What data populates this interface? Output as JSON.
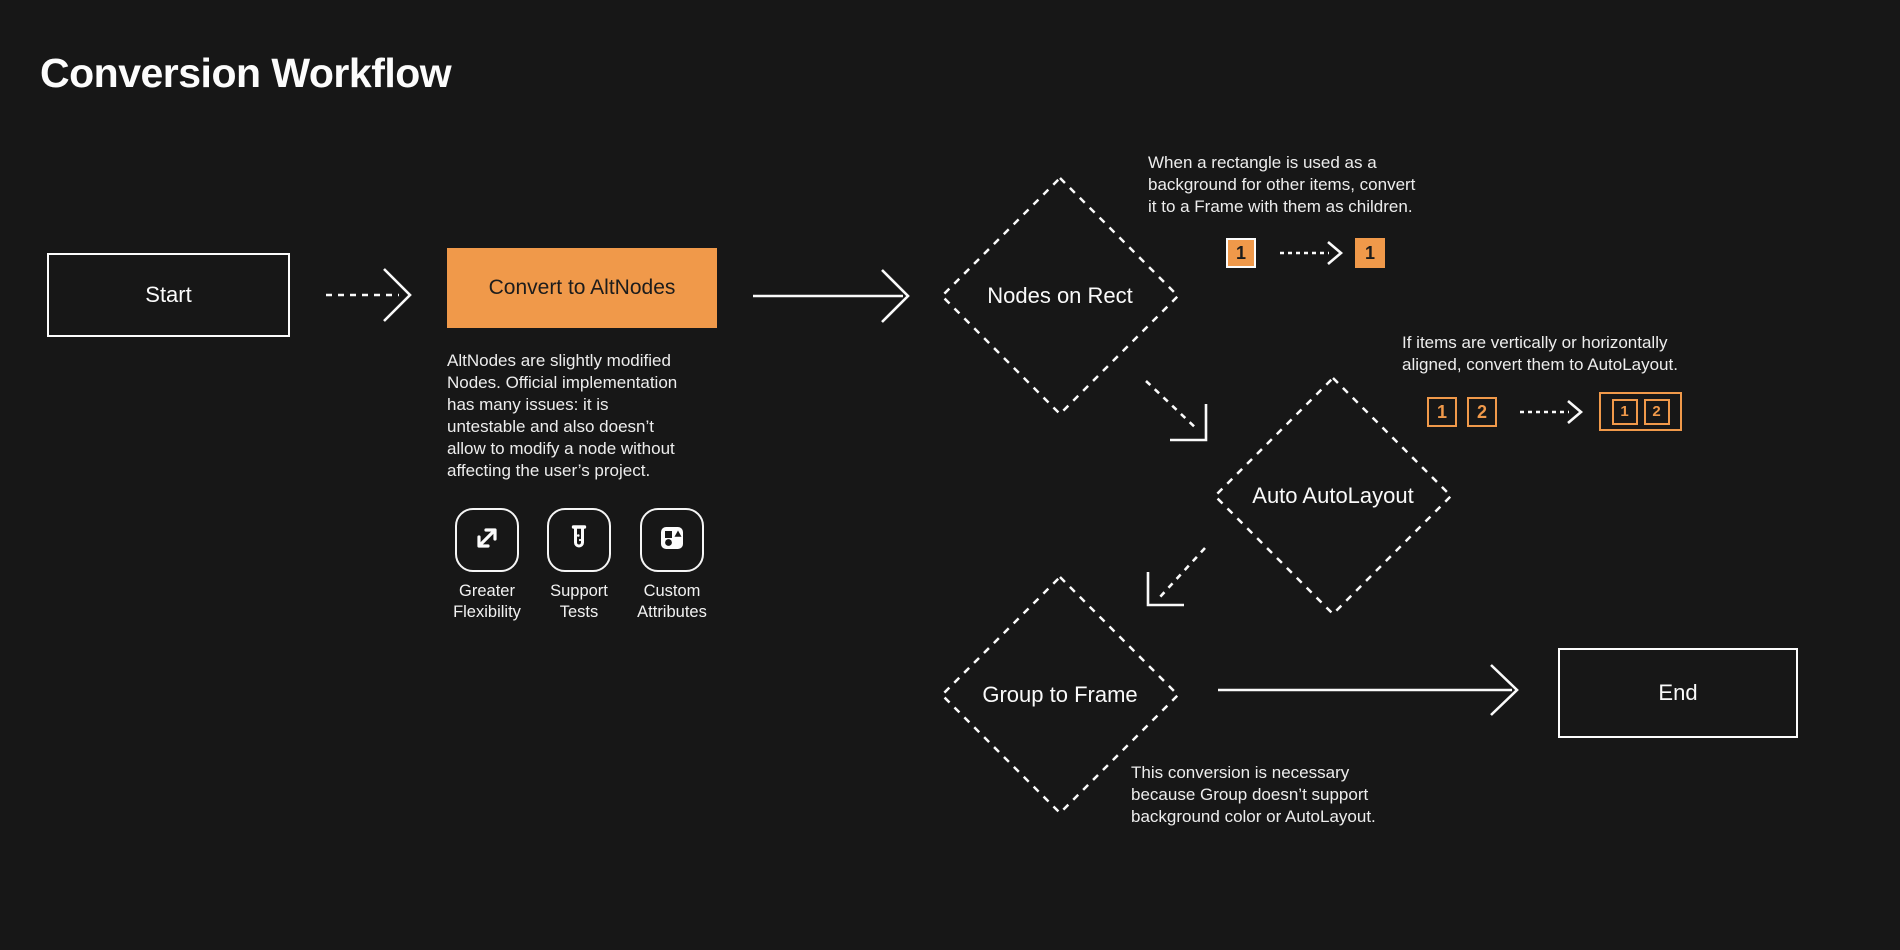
{
  "page": {
    "title": "Conversion Workflow"
  },
  "colors": {
    "background": "#171717",
    "accent": "#F0994A",
    "line": "#FAFAFA"
  },
  "flow": {
    "start_label": "Start",
    "convert_label": "Convert to AltNodes",
    "convert_description": "AltNodes are slightly modified\nNodes. Official implementation\nhas many issues: it is\nuntestable and also doesn’t\nallow to modify a node without\naffecting the user’s project.",
    "features": [
      {
        "icon": "expand-arrows-icon",
        "label": "Greater\nFlexibility"
      },
      {
        "icon": "test-tube-icon",
        "label": "Support\nTests"
      },
      {
        "icon": "shapes-icon",
        "label": "Custom\nAttributes"
      }
    ],
    "decision1_label": "Nodes on Rect",
    "decision2_label": "Auto AutoLayout",
    "decision3_label": "Group to Frame",
    "end_label": "End"
  },
  "annotations": {
    "rect_note": "When a rectangle is used as a\nbackground for other items, convert\nit to a Frame with them as children.",
    "rect_before_label": "1",
    "rect_after_label": "1",
    "autolayout_note": "If items are vertically or horizontally\naligned, convert them to AutoLayout.",
    "autolayout_items": [
      "1",
      "2"
    ],
    "autolayout_result_items": [
      "1",
      "2"
    ],
    "group_note": "This conversion is necessary\nbecause Group doesn’t support\nbackground color or AutoLayout."
  }
}
